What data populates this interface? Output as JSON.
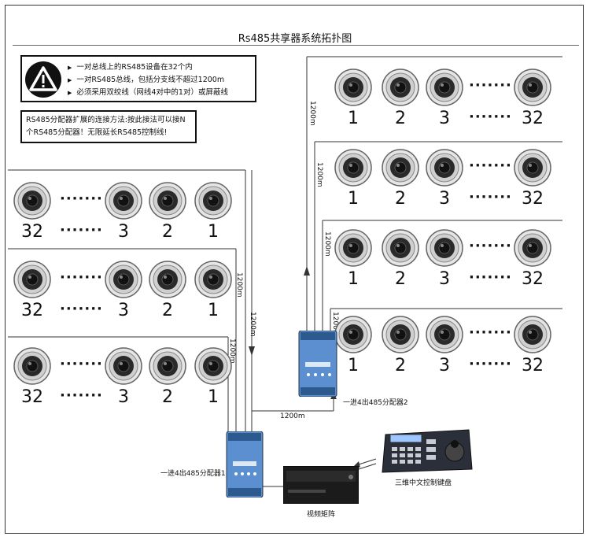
{
  "title": "Rs485共享器系统拓扑图",
  "notes": [
    "一对总线上的RS485设备在32个内",
    "一对RS485总线，包括分支线不超过1200m",
    "必须采用双绞线（网线4对中的1对）或屏蔽线"
  ],
  "expansion_note": "RS485分配器扩展的连接方法:按此接法可以接N个RS485分配器！无限延长RS485控制线!",
  "camera_numbers": {
    "first": "1",
    "second": "2",
    "third": "3",
    "last": "32"
  },
  "dots": "·······",
  "distance": "1200m",
  "labels": {
    "splitter1": "一进4出485分配器1",
    "splitter2": "一进4出485分配器2",
    "keyboard": "三维中文控制键盘",
    "matrix": "视频矩阵"
  },
  "colors": {
    "device_blue": "#4a86c8",
    "line": "#333333"
  }
}
